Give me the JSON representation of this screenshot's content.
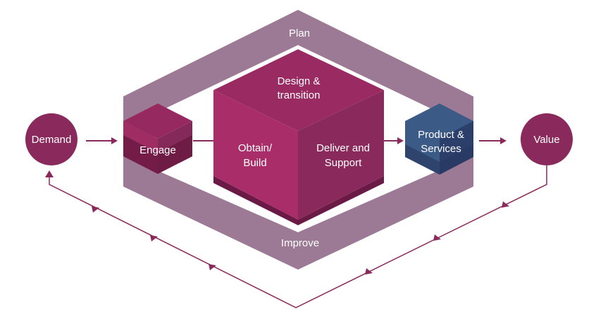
{
  "title": "Service value chain",
  "labels": {
    "plan": "Plan",
    "improve": "Improve",
    "design_line1": "Design &",
    "design_line2": "transition",
    "obtain_line1": "Obtain/",
    "obtain_line2": "Build",
    "deliver_line1": "Deliver and",
    "deliver_line2": "Support",
    "engage": "Engage",
    "product_line1": "Product &",
    "product_line2": "Services",
    "demand": "Demand",
    "value": "Value"
  },
  "colors": {
    "band": "#9c7a95",
    "cube_top": "#992a62",
    "cube_left": "#a82d68",
    "cube_right": "#8a2a5c",
    "cube_base": "#6a1a45",
    "product_light": "#3b5a86",
    "product_dark": "#2b3f6a",
    "circle": "#8a2a5c",
    "line": "#8a2a5c"
  }
}
